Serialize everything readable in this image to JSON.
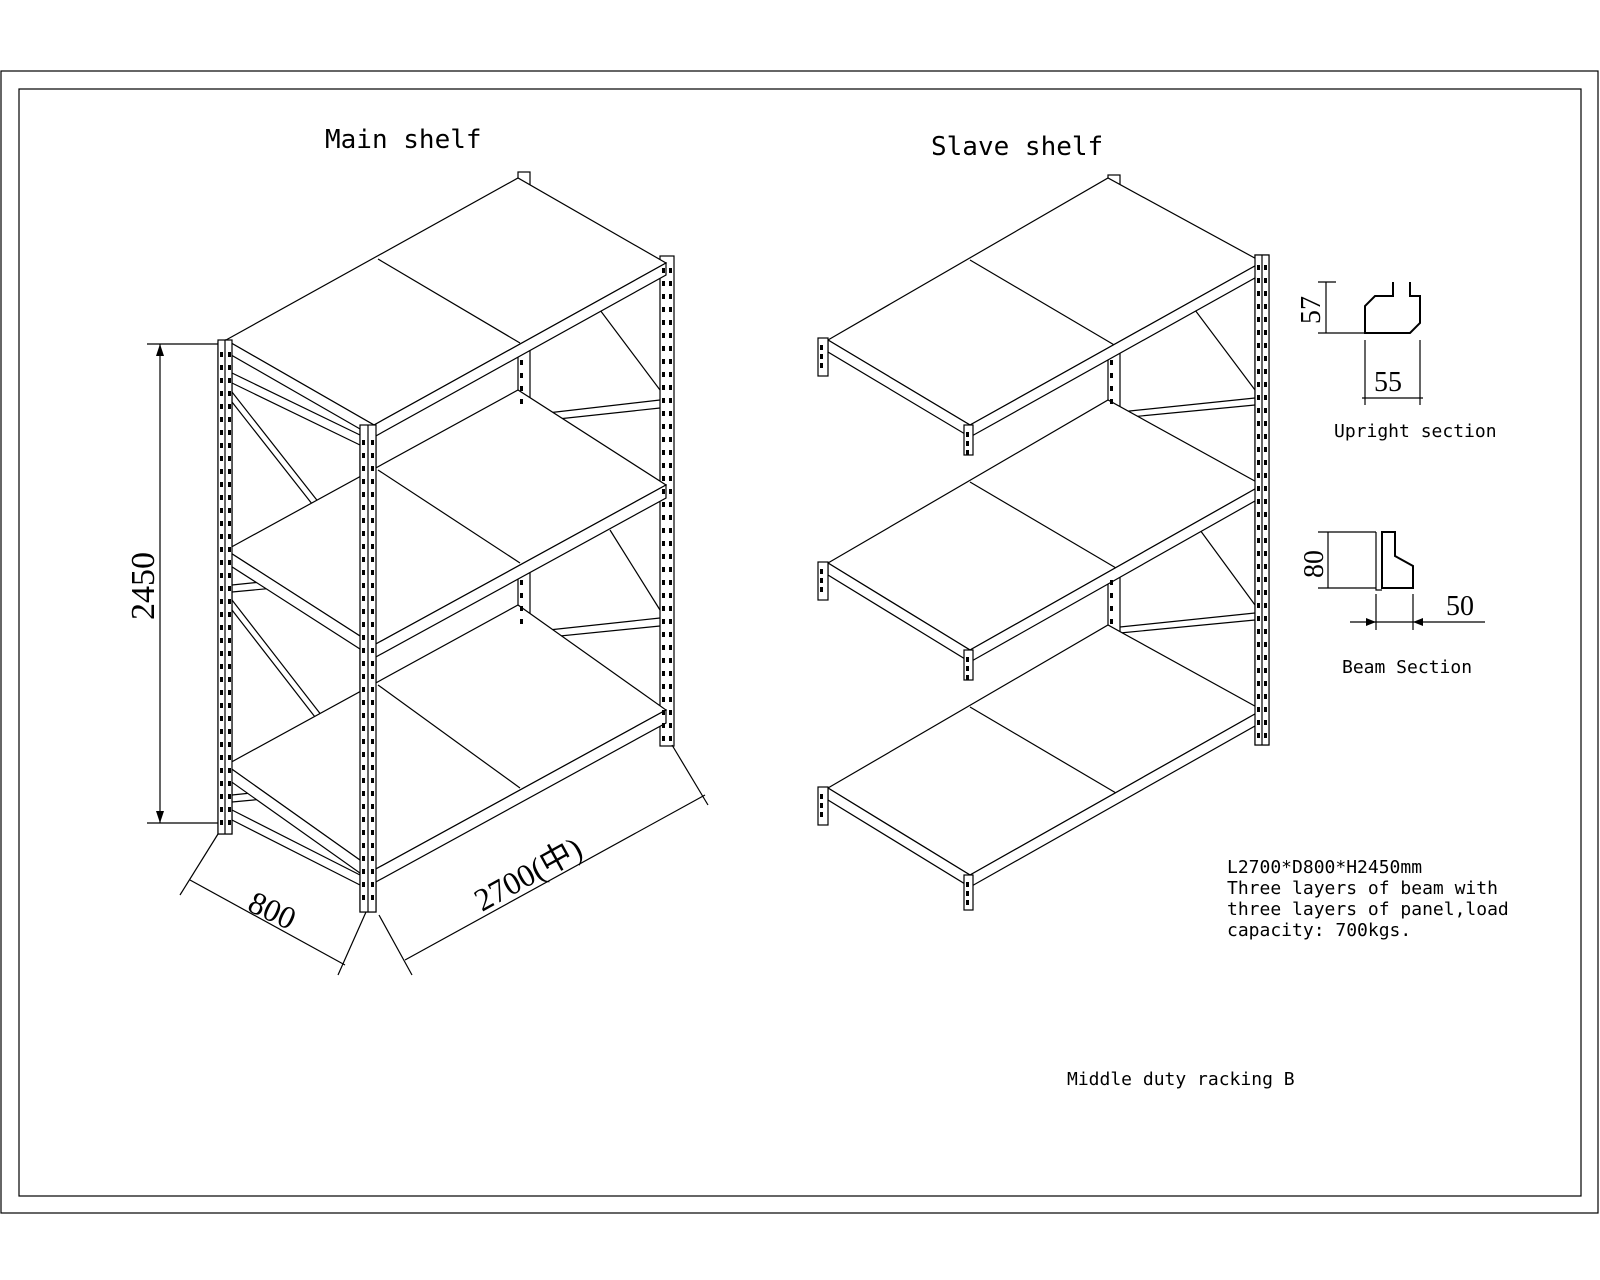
{
  "titles": {
    "main": "Main shelf",
    "slave": "Slave shelf",
    "upright": "Upright section",
    "beam": "Beam Section",
    "footer": "Middle duty racking B"
  },
  "dimensions": {
    "height": "2450",
    "depth": "800",
    "length": "2700(中)",
    "upright_h": "57",
    "upright_w": "55",
    "beam_h": "80",
    "beam_w": "50"
  },
  "spec": {
    "line1": "L2700*D800*H2450mm",
    "line2": "Three layers of beam with",
    "line3": "three layers of panel,load",
    "line4": "capacity: 700kgs."
  },
  "colors": {
    "line": "#000000",
    "background": "#ffffff"
  }
}
